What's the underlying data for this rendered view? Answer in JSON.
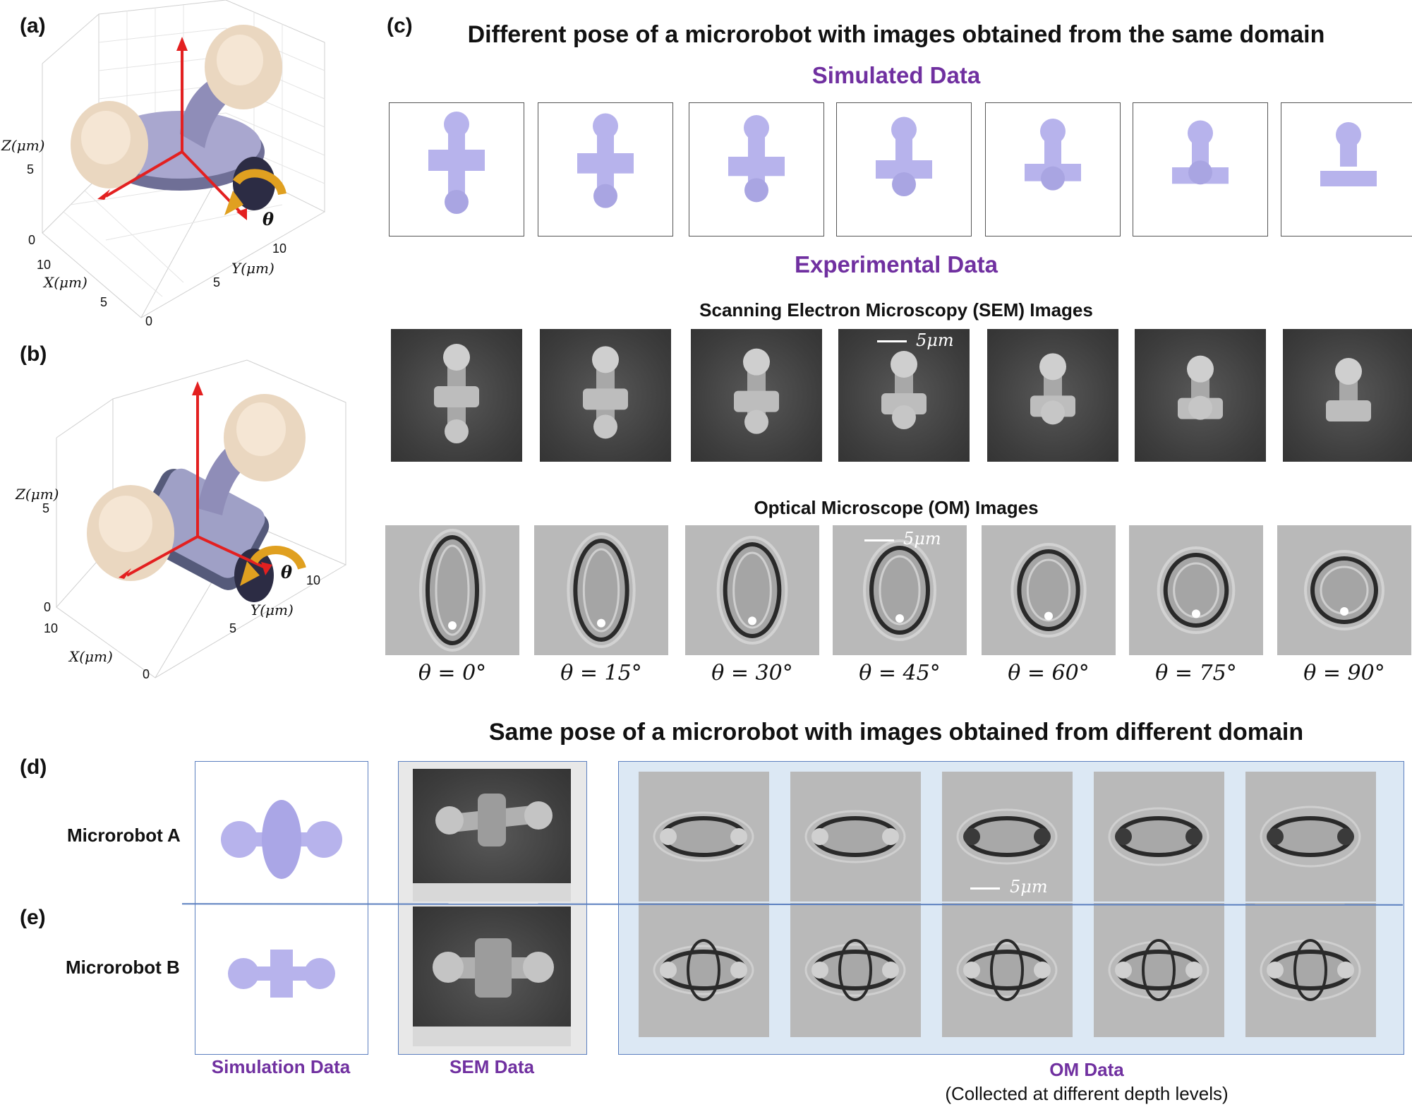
{
  "panels": {
    "a": "(a)",
    "b": "(b)",
    "c": "(c)",
    "d": "(d)",
    "e": "(e)"
  },
  "plot3d": {
    "z_label": "Z(μm)",
    "x_label": "X(μm)",
    "y_label": "Y(μm)",
    "theta_symbol": "θ",
    "z_ticks": [
      "5",
      "0"
    ],
    "x_ticks": [
      "10",
      "5",
      "0"
    ],
    "y_ticks": [
      "10",
      "5"
    ]
  },
  "section_c": {
    "title": "Different pose of a microrobot with images obtained from the same domain",
    "simulated_heading": "Simulated Data",
    "experimental_heading": "Experimental Data",
    "sem_heading": "Scanning Electron Microscopy (SEM) Images",
    "om_heading": "Optical Microscope (OM) Images",
    "scale_label": "5μm",
    "angles": [
      "θ = 0°",
      "θ = 15°",
      "θ = 30°",
      "θ = 45°",
      "θ = 60°",
      "θ = 75°",
      "θ = 90°"
    ]
  },
  "section_de": {
    "title": "Same pose of a microrobot with images obtained from different domain",
    "robot_a": "Microrobot A",
    "robot_b": "Microrobot B",
    "scale_label": "5μm",
    "footer_sim": "Simulation Data",
    "footer_sem": "SEM Data",
    "footer_om": "OM Data",
    "footer_om_note": "(Collected at different depth levels)"
  },
  "colors": {
    "robot_fill": "#b7b3ec",
    "accent_purple": "#7030a0",
    "axis_arrow": "#e32020",
    "rotation_arrow": "#e0a020",
    "om_panel_bg": "#dce8f4",
    "om_panel_border": "#5b7fbf"
  }
}
